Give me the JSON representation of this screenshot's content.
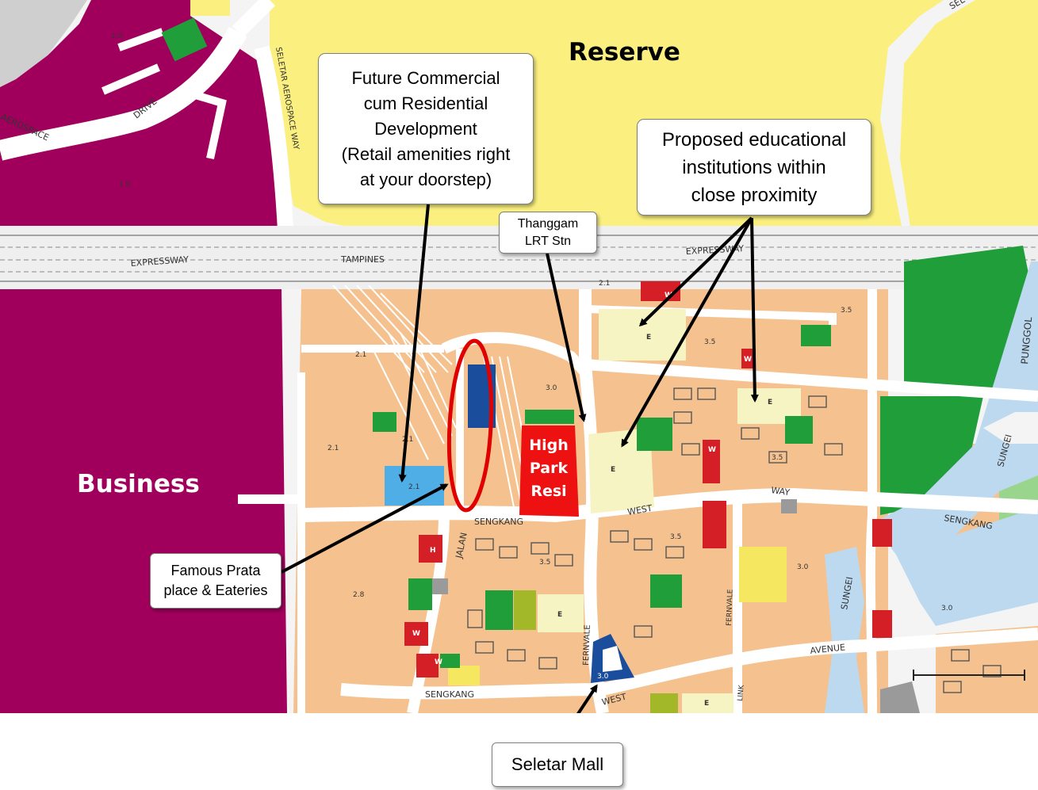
{
  "labels": {
    "reserve": "Reserve",
    "business": "Business",
    "site": "High\nPark\nResi"
  },
  "callouts": {
    "commercial": "Future Commercial\ncum Residential\nDevelopment\n(Retail amenities right\nat your doorstep)",
    "education": "Proposed educational\ninstitutions within\nclose proximity",
    "lrt": "Thanggam\nLRT Stn",
    "prata": "Famous Prata\nplace & Eateries",
    "mall": "Seletar Mall"
  },
  "road_labels": {
    "tampines": "TAMPINES",
    "expressway_w": "EXPRESSWAY",
    "expressway_e": "EXPRESSWAY",
    "aerospace": "AEROSPACE",
    "drive": "DRIVE",
    "seletar_aerospace_way": "SELETAR AEROSPACE WAY",
    "sengkang_west_way": "SENGKANG",
    "west_1": "WEST",
    "way": "WAY",
    "sengkang_2": "SENGKANG",
    "sengkang_3": "SENGKANG",
    "west_2": "WEST",
    "jalan": "JALAN",
    "fernvale": "FERNVALE",
    "punggol": "PUNGGOL",
    "sungei_1": "SUNGEI",
    "sungei_2": "SUNGEI",
    "avenue": "AVENUE",
    "link": "LINK",
    "fernvale_2": "FERNVALE",
    "seletar_ne": "SEL"
  },
  "plot_ratios": [
    "1.0",
    "1.0",
    "2.1",
    "2.1",
    "2.1",
    "2.1",
    "3.0",
    "3.5",
    "3.5",
    "3.5",
    "3.5",
    "3.0",
    "3.0",
    "2.8",
    "3.0",
    "3.5",
    "2.1"
  ],
  "zone_letters": [
    "E",
    "E",
    "E",
    "E",
    "E",
    "H",
    "W",
    "W",
    "W",
    "W",
    "W"
  ],
  "colors": {
    "business": "#a0005c",
    "reserve": "#fbf07f",
    "residential": "#f5c28f",
    "educational": "#f6f4c2",
    "park": "#1f9e3a",
    "commercial": "#50aee6",
    "health": "#d51f26",
    "transport": "#1a4d9c",
    "waterway": "#bcd9f0",
    "site": "#ee1111"
  }
}
